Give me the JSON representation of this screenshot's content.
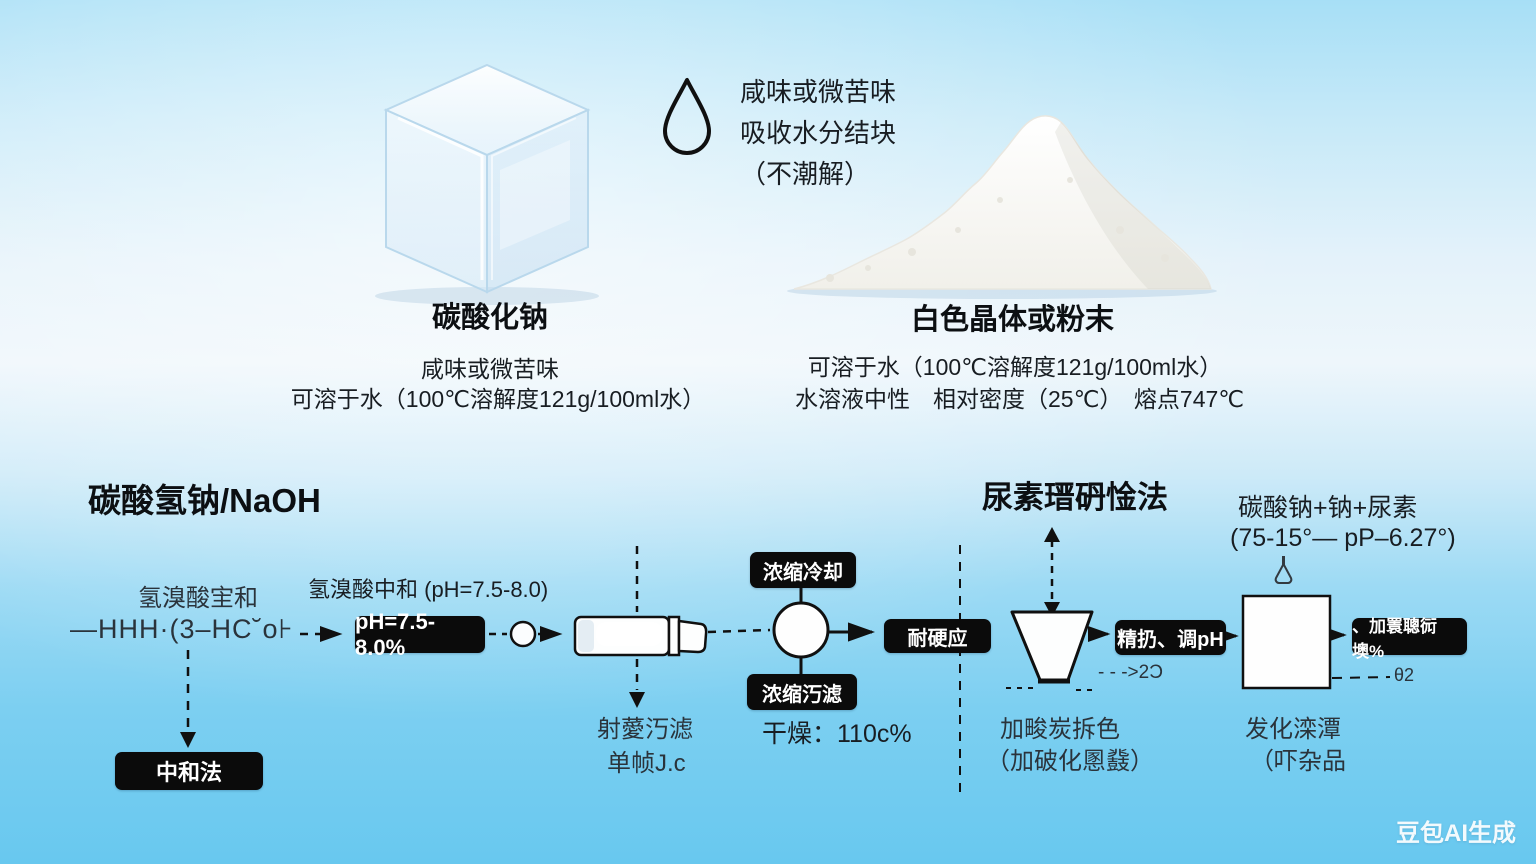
{
  "colors": {
    "bg_top": "#a7dff6",
    "bg_middle": "#eef6fb",
    "bg_bottom": "#68c8ef",
    "box_bg": "#0b0b0b",
    "box_text": "#ffffff",
    "text": "#181d22"
  },
  "properties": {
    "droplet_note": {
      "icon": "droplet-icon",
      "line1": "咸味或微苦味",
      "line2": "吸收水分结块",
      "line3": "（不潮解）"
    },
    "cube": {
      "icon": "crystal-cube-icon",
      "title": "碳酸化钠",
      "line1": "咸味或微苦味",
      "line2": "可溶于水（100℃溶解度121g/100ml水）"
    },
    "powder": {
      "icon": "powder-pile-icon",
      "title": "白色晶体或粉末",
      "line1": "可溶于水（100℃溶解度121g/100ml水）",
      "line2": "水溶液中性　相对密度（25℃）　熔点747℃"
    }
  },
  "left_flow": {
    "heading": "碳酸氢钠/NaOH",
    "reagent_label": "氢溴酸宔和",
    "formula": "—HHH·(3–HC˘o⊦",
    "ph_note": "氢溴酸中和 (pH=7.5-8.0)",
    "ph_box": "pH=7.5-8.0%",
    "cool_box": "浓缩冷却",
    "filter_box": "浓缩汅滤",
    "reaction_box": "耐硬应",
    "method_box": "中和法",
    "filter_note_line1": "射薆汅滤",
    "filter_note_line2": "单帧J.c",
    "dry_note": "干燥：110c%"
  },
  "right_flow": {
    "heading": "尿素瑨砃惍法",
    "feed_line1": "碳酸钠+钠+尿素",
    "feed_line2": "(75-15°— pP–6.27°)",
    "adjust_box": "精扔、调pH",
    "add_box": "、加瞏聰衏墺%",
    "funnel_scribble": "- - ->2Ɔ",
    "vessel_scribble": "θ2",
    "decolor_line1": "加畯炭拆色",
    "decolor_line2": "（加破化慁鼗）",
    "crystal_line1": "发化滦潭",
    "crystal_line2": "（吓杂品"
  },
  "watermark": "豆包AI生成"
}
